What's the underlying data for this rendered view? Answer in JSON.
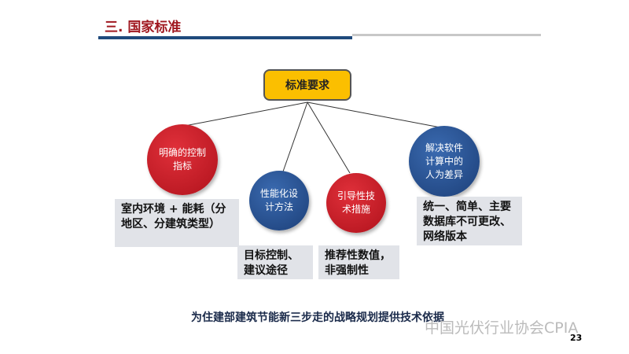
{
  "title": "三. 国家标准",
  "root": "标准要求",
  "nodes": [
    {
      "label": "明确的控制指标",
      "detail": "室内环境 + 能耗（分地区、分建筑类型）"
    },
    {
      "label": "性能化设计方法",
      "detail": "目标控制、建议途径"
    },
    {
      "label": "引导性技术措施",
      "detail": "推荐性数值，非强制性"
    },
    {
      "label": "解决软件计算中的人为差异",
      "detail": "统一、简单、主要数据库不可更改、网络版本"
    }
  ],
  "footer": "为住建部建筑节能新三步走的战略规划提供技术依据",
  "watermark": "中国光伏行业协会CPIA",
  "page_number": "23"
}
